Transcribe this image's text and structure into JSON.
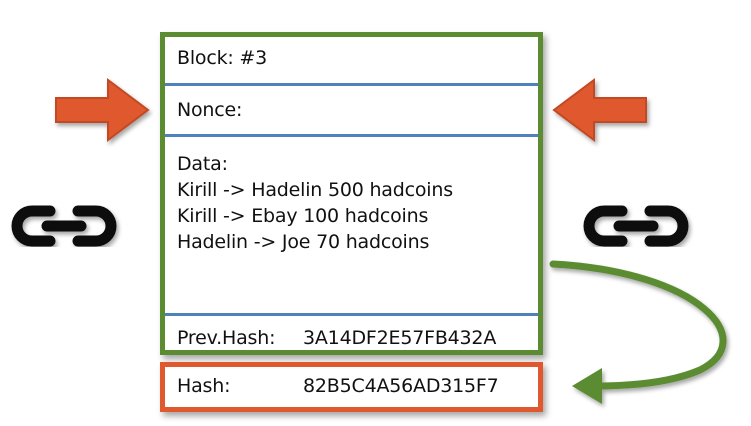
{
  "block": {
    "block_label": "Block: #3",
    "nonce_label": "Nonce:",
    "data_label": "Data:",
    "transactions": [
      "Kirill -> Hadelin 500 hadcoins",
      "Kirill -> Ebay 100 hadcoins",
      "Hadelin -> Joe 70 hadcoins"
    ],
    "prev_hash_label": "Prev.Hash:",
    "prev_hash_value": "3A14DF2E57FB432A"
  },
  "hash": {
    "label": "Hash:",
    "value": "82B5C4A56AD315F7"
  },
  "colors": {
    "block_border": "#5b8c32",
    "hash_border": "#e0592e",
    "separator": "#4f81bd",
    "arrow": "#e0592e",
    "curve_arrow": "#5b8c32",
    "chain_icon": "#111111"
  },
  "icons": [
    "chain-link-icon",
    "arrow-right-icon",
    "arrow-left-icon",
    "curved-arrow-icon"
  ]
}
